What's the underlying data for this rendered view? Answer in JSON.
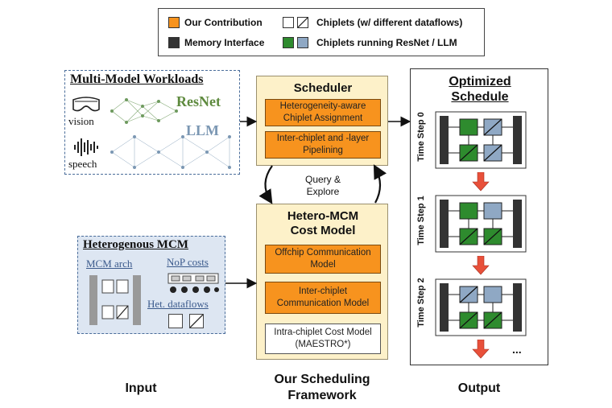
{
  "legend": {
    "our_contribution": "Our Contribution",
    "chiplets_dataflows": "Chiplets (w/ different dataflows)",
    "memory_interface": "Memory Interface",
    "chiplets_running": "Chiplets running ResNet / LLM"
  },
  "workloads": {
    "title": "Multi-Model Workloads",
    "vision": "vision",
    "speech": "speech",
    "resnet": "ResNet",
    "llm": "LLM"
  },
  "mcm": {
    "title": "Heterogenous MCM",
    "arch": "MCM arch",
    "nop": "NoP costs",
    "dataflows": "Het. dataflows"
  },
  "scheduler": {
    "title": "Scheduler",
    "box1": "Heterogeneity-aware Chiplet Assignment",
    "box2": "Inter-chiplet and -layer Pipelining"
  },
  "query": "Query & Explore",
  "cost_model": {
    "title_line1": "Hetero-MCM",
    "title_line2": "Cost Model",
    "box1": "Offchip Communication Model",
    "box2": "Inter-chiplet Communication Model",
    "box3": "Intra-chiplet Cost Model (MAESTRO*)"
  },
  "output": {
    "title_line1": "Optimized",
    "title_line2": "Schedule",
    "steps": [
      "Time Step 0",
      "Time Step 1",
      "Time Step 2"
    ],
    "ellipsis": "..."
  },
  "labels": {
    "input": "Input",
    "framework_line1": "Our Scheduling",
    "framework_line2": "Framework",
    "output": "Output"
  },
  "colors": {
    "orange": "#f7931e",
    "memory": "#333333",
    "green": "#2e8b2e",
    "blue": "#8fa8c4",
    "cream": "#fdf1c9",
    "red_arrow": "#e8503a"
  }
}
